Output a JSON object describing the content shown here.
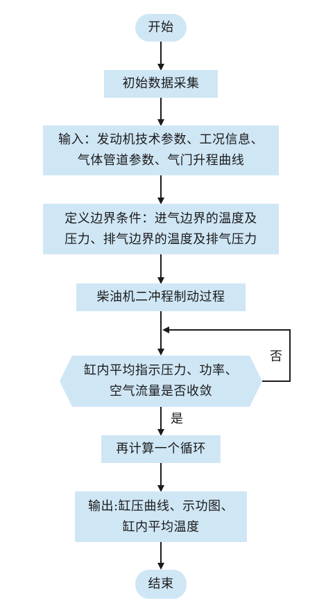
{
  "nodes": {
    "start": "开始",
    "collect": "初始数据采集",
    "input_line1": "输入：发动机技术参数、工况信息、",
    "input_line2": "气体管道参数、气门升程曲线",
    "boundary_line1": "定义边界条件：进气边界的温度及",
    "boundary_line2": "压力、排气边界的温度及排气压力",
    "process": "柴油机二冲程制动过程",
    "decision_line1": "缸内平均指示压力、功率、",
    "decision_line2": "空气流量是否收敛",
    "recalc": "再计算一个循环",
    "output_line1": "输出:缸压曲线、示功图、",
    "output_line2": "缸内平均温度",
    "end": "结束"
  },
  "edges": {
    "no_label": "否",
    "yes_label": "是"
  },
  "colors": {
    "node_fill": "#cfe6f5",
    "line": "#1a1a1a"
  }
}
